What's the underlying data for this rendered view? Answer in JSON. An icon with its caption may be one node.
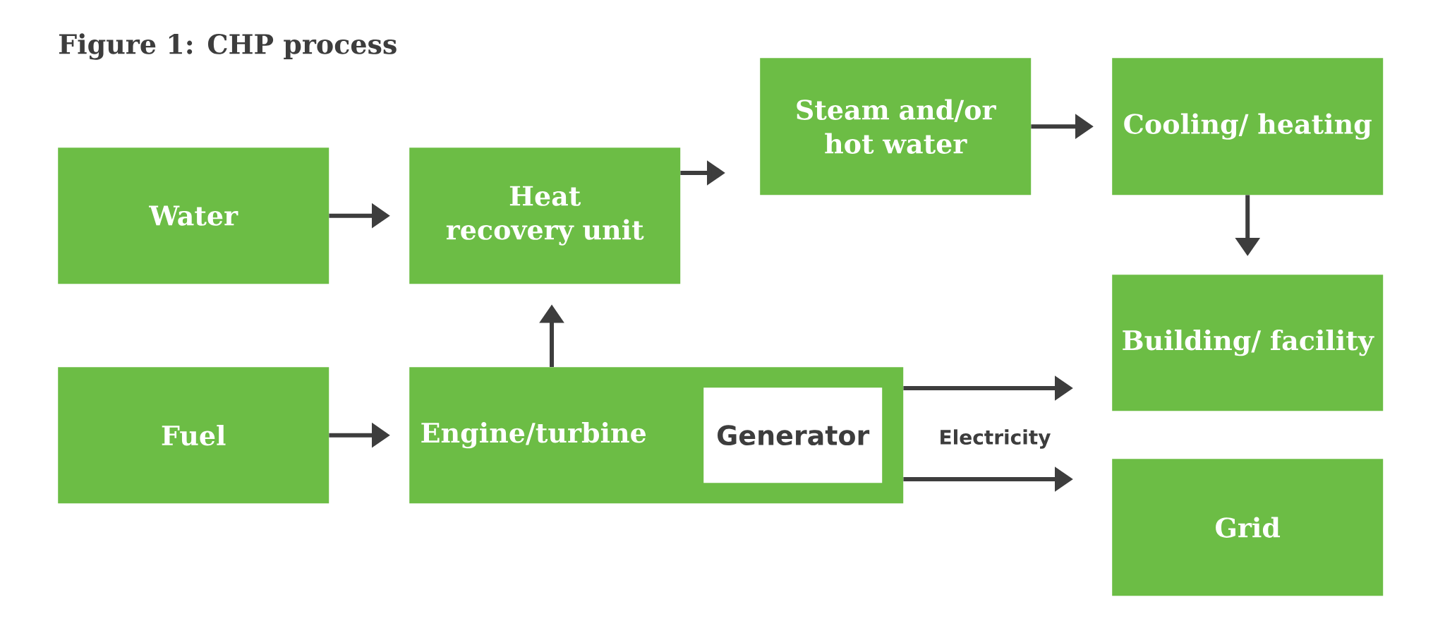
{
  "diagram": {
    "title": "Figure 1: CHP process",
    "nodes": [
      {
        "text": [
          "Water"
        ]
      },
      {
        "text": [
          "Heat recovery unit"
        ]
      },
      {
        "text": [
          "Steam and/or hot water"
        ]
      },
      {
        "text": [
          "Cooling/ heating"
        ]
      },
      {
        "text": [
          "Fuel"
        ]
      },
      {
        "text": [
          "Engine/turbine"
        ]
      },
      {
        "text": [
          "Generator"
        ],
        "in": 5
      },
      {
        "text": [
          "Building/ facility"
        ]
      },
      {
        "text": [
          "Grid"
        ]
      }
    ],
    "edges": [
      {
        "from": 0,
        "to": 1,
        "arrow": "to"
      },
      {
        "from": 1,
        "to": null,
        "arrow": "to"
      },
      {
        "from": 2,
        "to": 3,
        "arrow": "to"
      },
      {
        "from": 3,
        "to": 7,
        "arrow": "to"
      },
      {
        "from": 4,
        "to": 5,
        "arrow": "to"
      },
      {
        "from": 5,
        "to": 1,
        "arrow": "to"
      },
      {
        "from": 5,
        "to": 7,
        "arrow": "to"
      },
      {
        "from": 5,
        "to": 8,
        "arrow": "to"
      }
    ],
    "labels": [
      "Electricity"
    ]
  }
}
